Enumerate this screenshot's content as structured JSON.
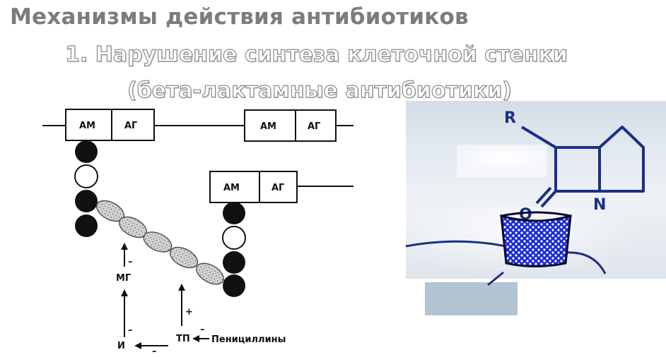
{
  "title": "Механизмы действия антибиотиков",
  "subtitle_line1": "1. Нарушение синтеза клеточной стенки",
  "subtitle_line2": "(бета-лактамные антибиотики)",
  "unit": {
    "am": "АМ",
    "ag": "АГ"
  },
  "labels": {
    "mg": "МГ",
    "i": "И",
    "tp": "ТП",
    "penicillins": "Пенициллины",
    "minus": "–",
    "plus": "+"
  },
  "chem": {
    "r": "R",
    "o": "O",
    "n": "N"
  },
  "colors": {
    "chem_blue": "#1c2f86",
    "transpeptidase_blue": "#1a2bd6",
    "graybox": "#b3c4d3"
  }
}
